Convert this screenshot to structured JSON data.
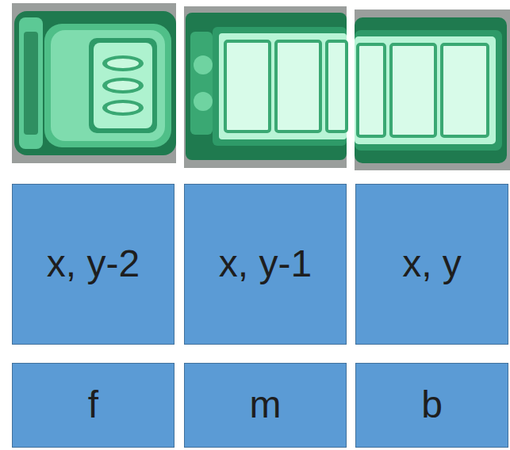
{
  "diagram": {
    "nodes": [
      {
        "text": [
          "x, y-2"
        ]
      },
      {
        "text": [
          "x, y-1"
        ]
      },
      {
        "text": [
          "x, y"
        ]
      },
      {
        "text": [
          "f"
        ]
      },
      {
        "text": [
          "m"
        ]
      },
      {
        "text": [
          "b"
        ]
      }
    ]
  }
}
